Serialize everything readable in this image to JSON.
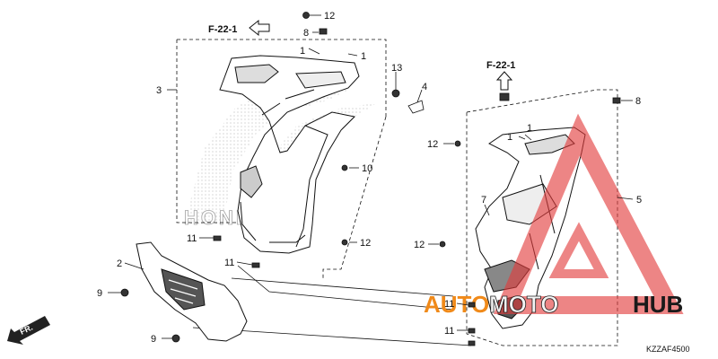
{
  "diagram": {
    "reference_links": [
      "F-22-1",
      "F-22-1"
    ],
    "direction_label": "FR.",
    "diagram_code": "KZZAF4500",
    "watermark": {
      "part1": "AUTO",
      "part2": "MOTO",
      "part3": "HUB"
    },
    "background_logo_text": "HONDA",
    "callouts": {
      "c1a": "1",
      "c1b": "1",
      "c1c": "1",
      "c1d": "1",
      "c2": "2",
      "c3": "3",
      "c4": "4",
      "c5": "5",
      "c7": "7",
      "c8a": "8",
      "c8b": "8",
      "c9a": "9",
      "c9b": "9",
      "c10": "10",
      "c11a": "11",
      "c11b": "11",
      "c11c": "11",
      "c11d": "11",
      "c12a": "12",
      "c12b": "12",
      "c12c": "12",
      "c12d": "12",
      "c13": "13"
    },
    "colors": {
      "line": "#111111",
      "watermark_triangle": "#e23a3a",
      "watermark_orange": "#f08a1a"
    }
  }
}
